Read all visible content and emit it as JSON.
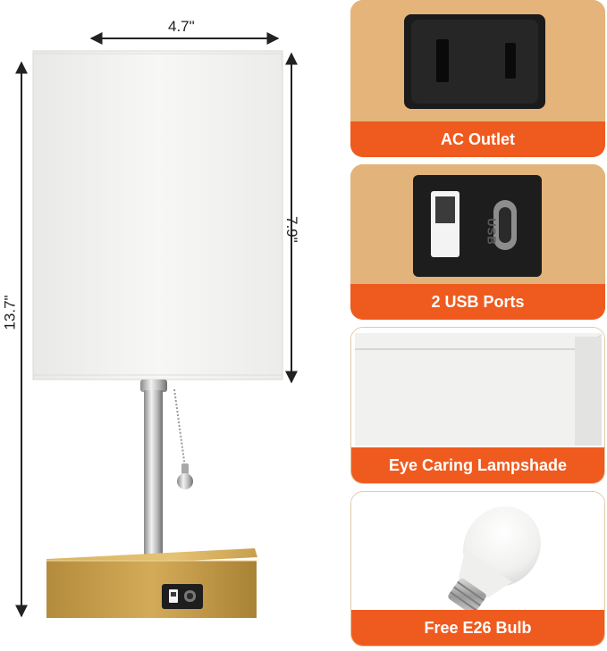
{
  "dimensions": {
    "width_label": "4.7\"",
    "height_label": "13.7\"",
    "shade_height_label": "7.9\""
  },
  "panels": [
    {
      "caption": "AC Outlet"
    },
    {
      "caption": "2 USB Ports"
    },
    {
      "caption": "Eye Caring Lampshade"
    },
    {
      "caption": "Free E26 Bulb"
    }
  ],
  "usb_marking": "USB",
  "colors": {
    "caption_bg": "#ef5b1f",
    "panel_bg": "#e3b57c",
    "base_gold": "#c9a14e",
    "shade_white": "#f4f4f2"
  }
}
